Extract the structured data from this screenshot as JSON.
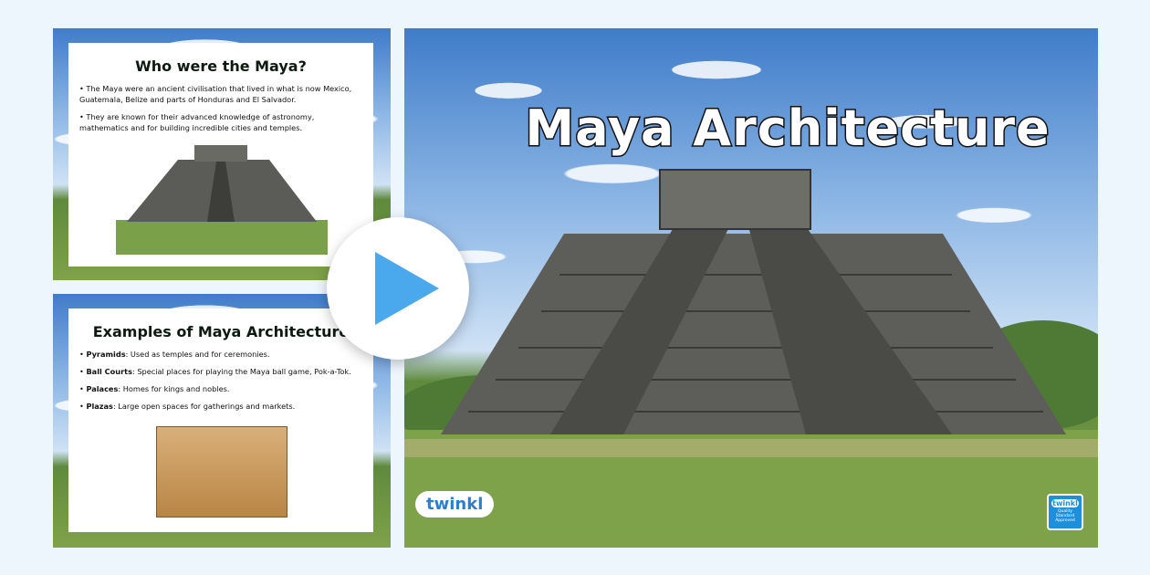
{
  "slide1": {
    "title": "Who were the Maya?",
    "bullets": [
      "• The Maya were an ancient civilisation that lived in what is now Mexico, Guatemala, Belize and parts of Honduras and El Salvador.",
      "• They are known for their advanced knowledge of astronomy, mathematics and for building incredible cities and temples."
    ]
  },
  "slide2": {
    "title": "Examples of Maya Architecture",
    "bullets": [
      {
        "term": "Pyramids",
        "text": ": Used as temples and for ceremonies."
      },
      {
        "term": "Ball Courts",
        "text": ": Special places for playing the Maya ball game, Pok-a-Tok."
      },
      {
        "term": "Palaces",
        "text": ": Homes for kings and nobles."
      },
      {
        "term": "Plazas",
        "text": ": Large open spaces for gatherings and markets."
      }
    ]
  },
  "main": {
    "title": "Maya Architecture",
    "logo": "twinkl",
    "badge": {
      "brand": "twinkl",
      "text": "Quality Standard Approved"
    }
  },
  "colors": {
    "accent": "#3aa0e8",
    "background": "#eef6fd"
  },
  "icons": {
    "play": "play-icon"
  }
}
